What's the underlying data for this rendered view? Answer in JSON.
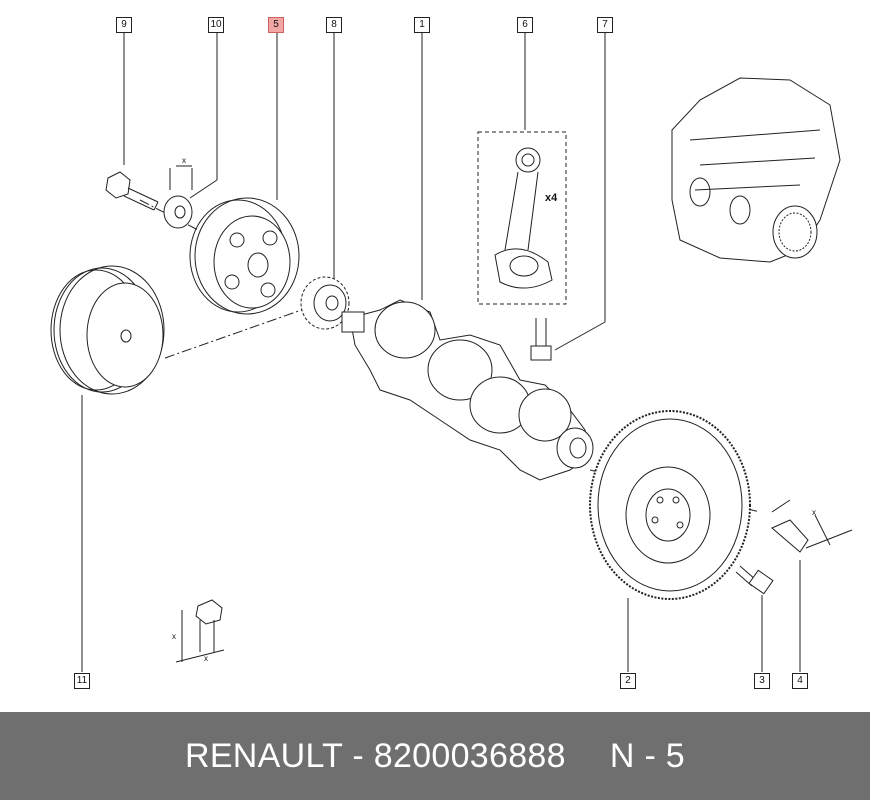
{
  "callouts": {
    "c9": "9",
    "c10": "10",
    "c5": "5",
    "c8": "8",
    "c1": "1",
    "c6": "6",
    "c7": "7",
    "c11": "11",
    "c2": "2",
    "c3": "3",
    "c4": "4"
  },
  "conrod_qty": "x4",
  "dim_x": "x",
  "footer": {
    "part_text": "RENAULT - 8200036888",
    "ref_text": "N - 5"
  },
  "colors": {
    "highlight": "#f2a6a6",
    "footer_bg": "#6f6f6f"
  }
}
